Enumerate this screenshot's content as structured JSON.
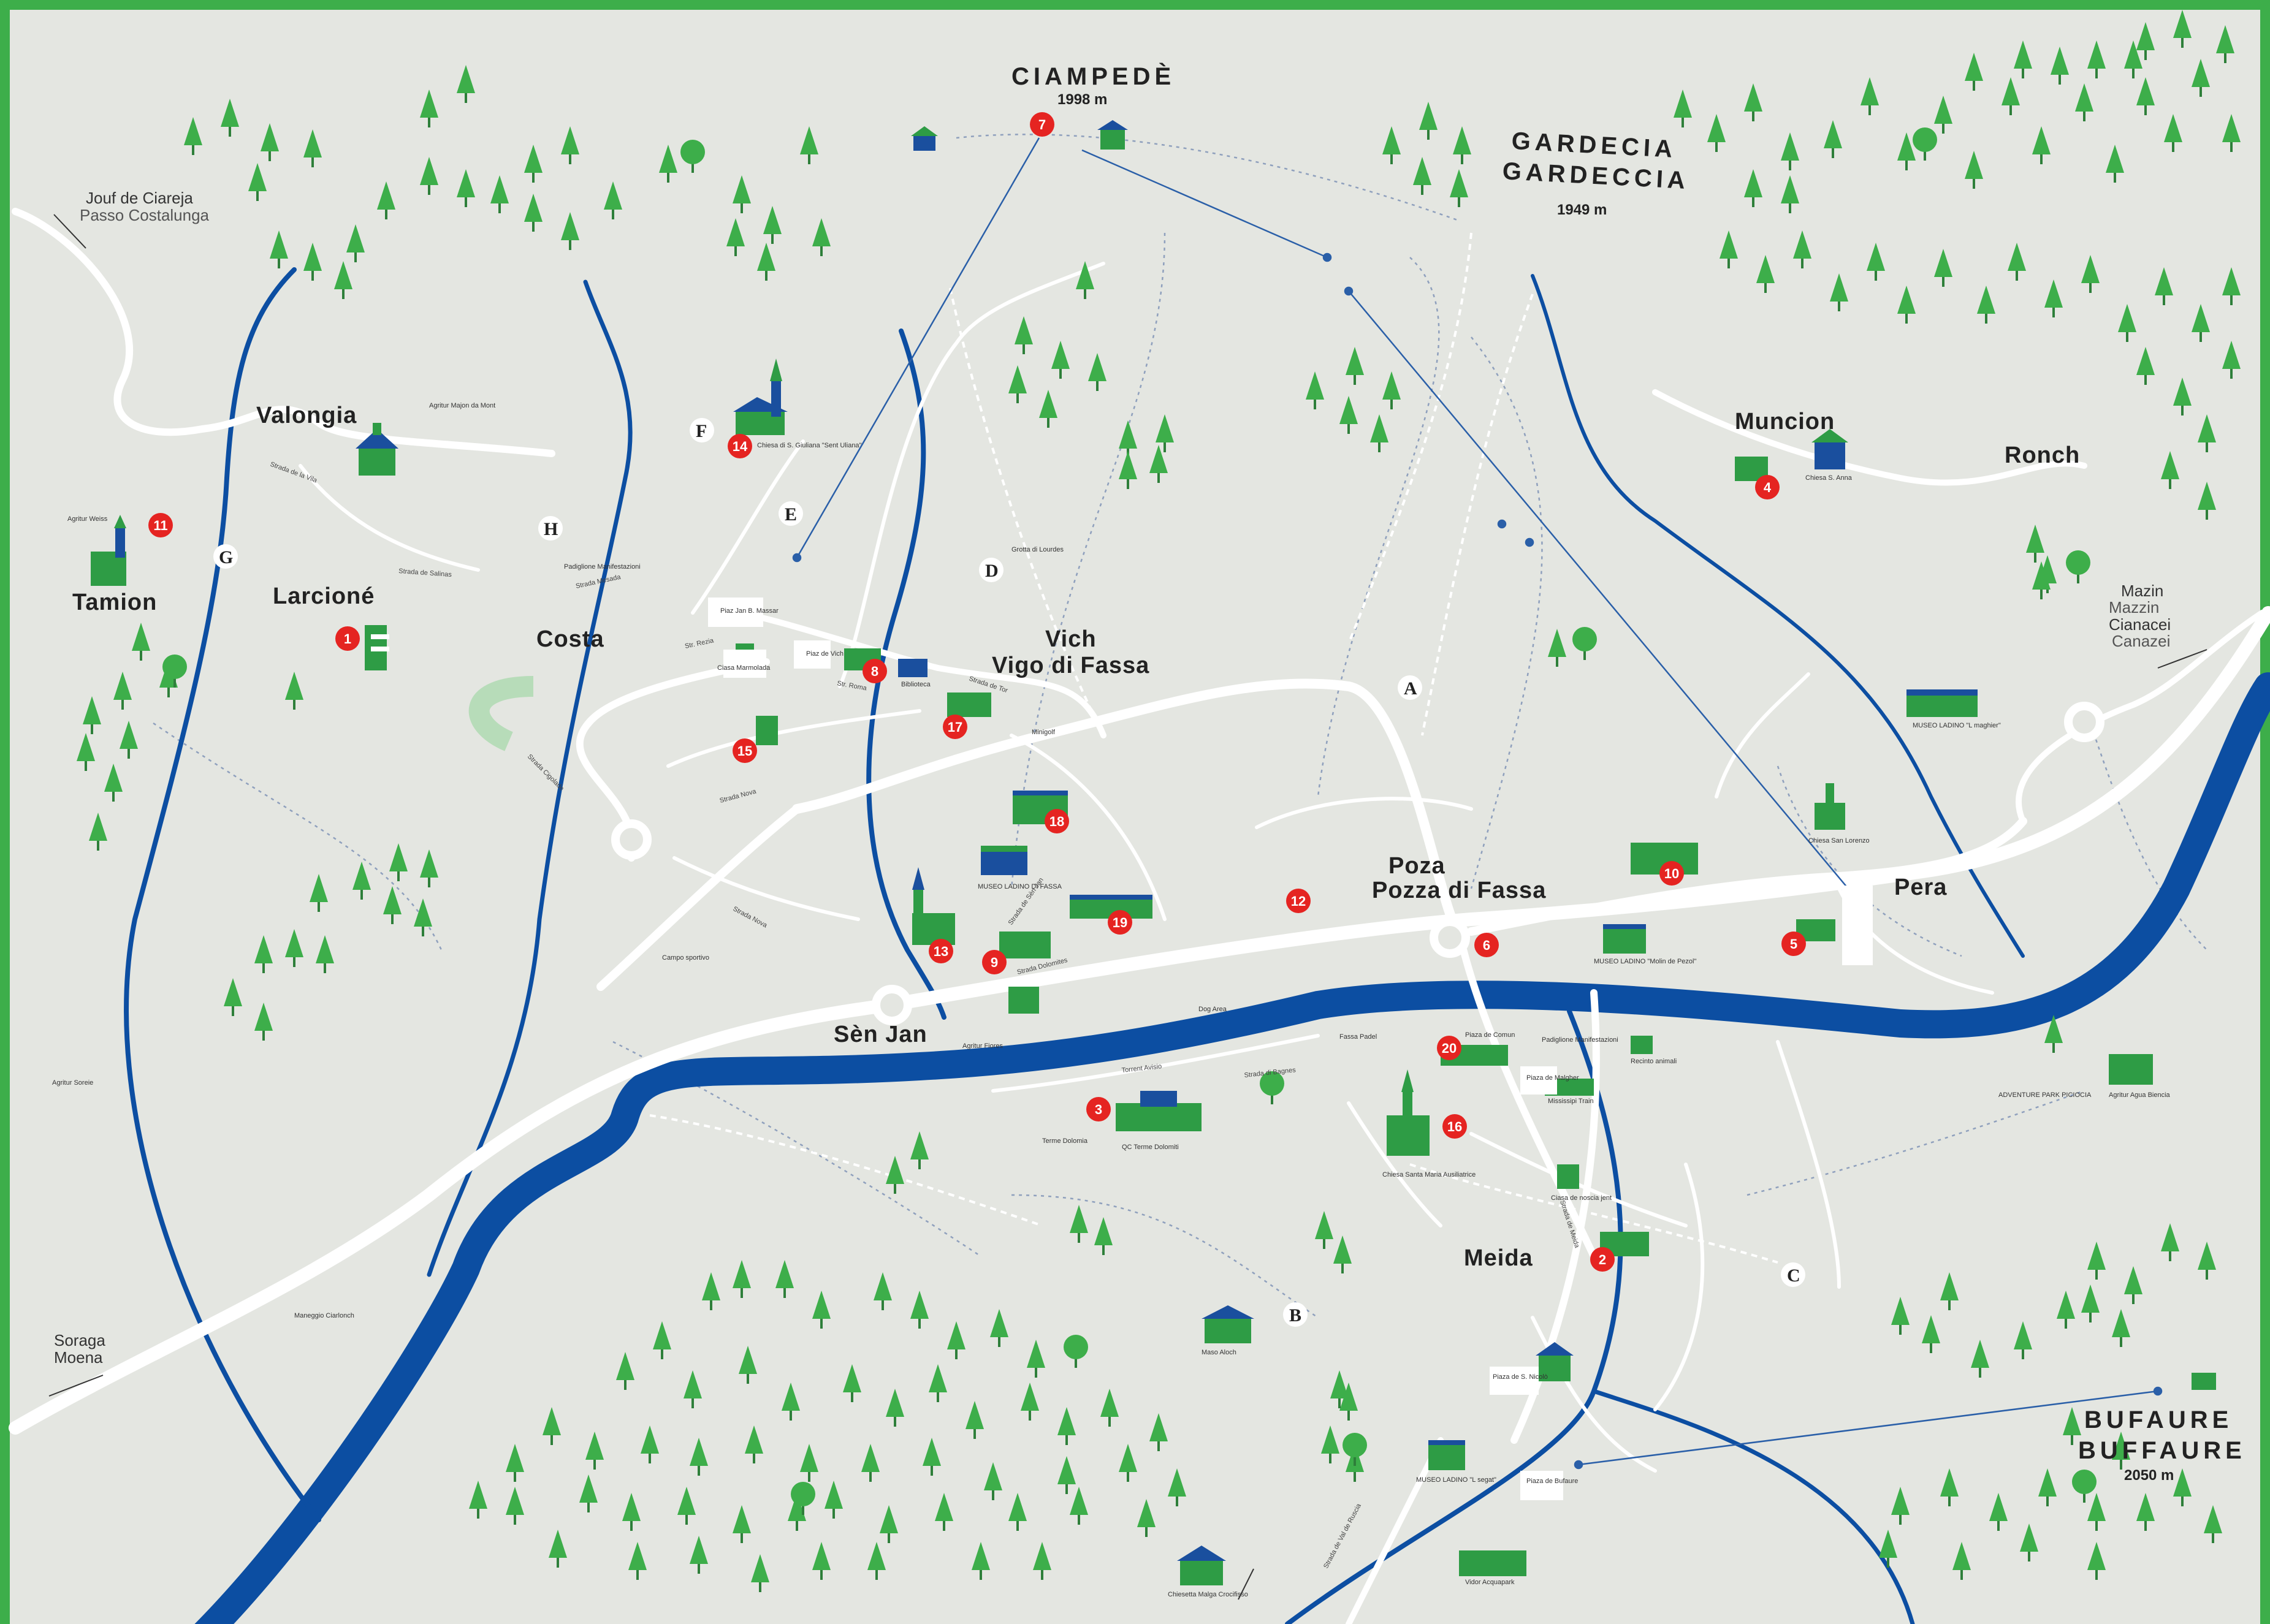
{
  "colors": {
    "frame": "#3dae4a",
    "land": "#e4e6e1",
    "road": "#ffffff",
    "river": "#0c4ea2",
    "tree_light": "#3dae4a",
    "tree_dark": "#2e7f3a",
    "poi_red": "#e52421",
    "building_green": "#2e9c45",
    "building_blue": "#1a4f9e",
    "lift_line": "#2a5fa8"
  },
  "places": {
    "ciampedie": "CIAMPEDÈ",
    "ciampedie_alt": "1998 m",
    "gardecia_1": "GARDECIA",
    "gardecia_2": "GARDECCIA",
    "gardecia_alt": "1949 m",
    "bufaure_1": "BUFAURE",
    "bufaure_2": "BUFFAURE",
    "bufaure_alt": "2050 m",
    "valongia": "Valongia",
    "tamion": "Tamion",
    "larcione": "Larcioné",
    "costa": "Costa",
    "vich_1": "Vich",
    "vich_2": "Vigo di Fassa",
    "poza_1": "Poza",
    "poza_2": "Pozza di Fassa",
    "sen_jan": "Sèn Jan",
    "muncion": "Muncion",
    "ronch": "Ronch",
    "pera": "Pera",
    "meida": "Meida"
  },
  "edges": {
    "nw_1": "Jouf de Ciareja",
    "nw_2": "Passo Costalunga",
    "sw_1": "Soraga",
    "sw_2": "Moena",
    "ne_1": "Mazin",
    "ne_2": "Mazzin",
    "ne_3": "Cianacei",
    "ne_4": "Canazei"
  },
  "letters": [
    "A",
    "B",
    "C",
    "D",
    "E",
    "F",
    "G",
    "H"
  ],
  "poi_numbers": [
    "1",
    "2",
    "3",
    "4",
    "5",
    "6",
    "7",
    "8",
    "9",
    "10",
    "11",
    "12",
    "13",
    "14",
    "15",
    "16",
    "17",
    "18",
    "19",
    "20"
  ],
  "small_labels": {
    "agritur_majon": "Agritur Majon da Mont",
    "agritur_weiss": "Agritur Weiss",
    "chiesa_s_giuliana": "Chiesa di S. Giuliana \"Sent Uliana\"",
    "padiglione_1": "Padiglione Manifestazioni",
    "grotta": "Grotta di Lourdes",
    "piaz_jan": "Piaz Jan B. Massar",
    "piaz_vich": "Piaz de Vich",
    "biblioteca": "Biblioteca",
    "ciasa_marmolada": "Ciasa Marmolada",
    "minigolf": "Minigolf",
    "museo_fassa": "MUSEO LADINO DI FASSA",
    "campo_sportivo": "Campo sportivo",
    "agritur_fiores": "Agritur Fiores",
    "dog_area": "Dog Area",
    "fassa_padel": "Fassa Padel",
    "terme_dolomia": "Terme Dolomia",
    "qc_terme": "QC Terme Dolomiti",
    "piaza_comun": "Piaza de Comun",
    "padiglione_2": "Padiglione Manifestazioni",
    "recinto": "Recinto animali",
    "piaza_malgher": "Piaza de Malgher",
    "mississipi": "Mississipi Train",
    "chiesa_santa_maria": "Chiesa Santa Maria Ausiliatrice",
    "ciasa_noscia_jent": "Ciasa de noscia jent",
    "chiesa_s_anna": "Chiesa S. Anna",
    "museo_maghier": "MUSEO LADINO \"L maghier\"",
    "chiesa_san_lorenzo": "Chiesa San Lorenzo",
    "museo_molin": "MUSEO LADINO \"Molin de Pezol\"",
    "adventure_park": "ADVENTURE PARK PICIOCIA",
    "agritur_agua": "Agritur Agua Biencia",
    "maso_aloch": "Maso Aloch",
    "piaza_nicolo": "Piaza de S. Nicolò",
    "museo_segat": "MUSEO LADINO \"L segat\"",
    "piaza_bufaure": "Piaza de Bufaure",
    "chiesetta": "Chiesetta Malga Crocifisso",
    "vidor": "Vidor Acquapark",
    "maneggio": "Maneggio Ciarlonch",
    "agritur_soreie": "Agritur Soreie"
  },
  "streets": {
    "de_la_vila": "Strada de la Vila",
    "de_salinas": "Strada de Salinas",
    "mesada": "Strada Mesada",
    "cigolade": "Strada Cigolade",
    "nova_1": "Strada Nova",
    "nova_2": "Strada Nova",
    "str_roma": "Str. Roma",
    "str_rezia": "Str. Rezia",
    "de_tor": "Strada de Tor",
    "de_sen_jan": "Strada de Sèn Jan",
    "dolomites": "Strada Dolomites",
    "torrent_avisio": "Torrent Avisio",
    "de_bagnes": "Strada di Bagnes",
    "de_meida": "Strada de Meida",
    "de_val": "Strada de Val de Ruscia"
  }
}
